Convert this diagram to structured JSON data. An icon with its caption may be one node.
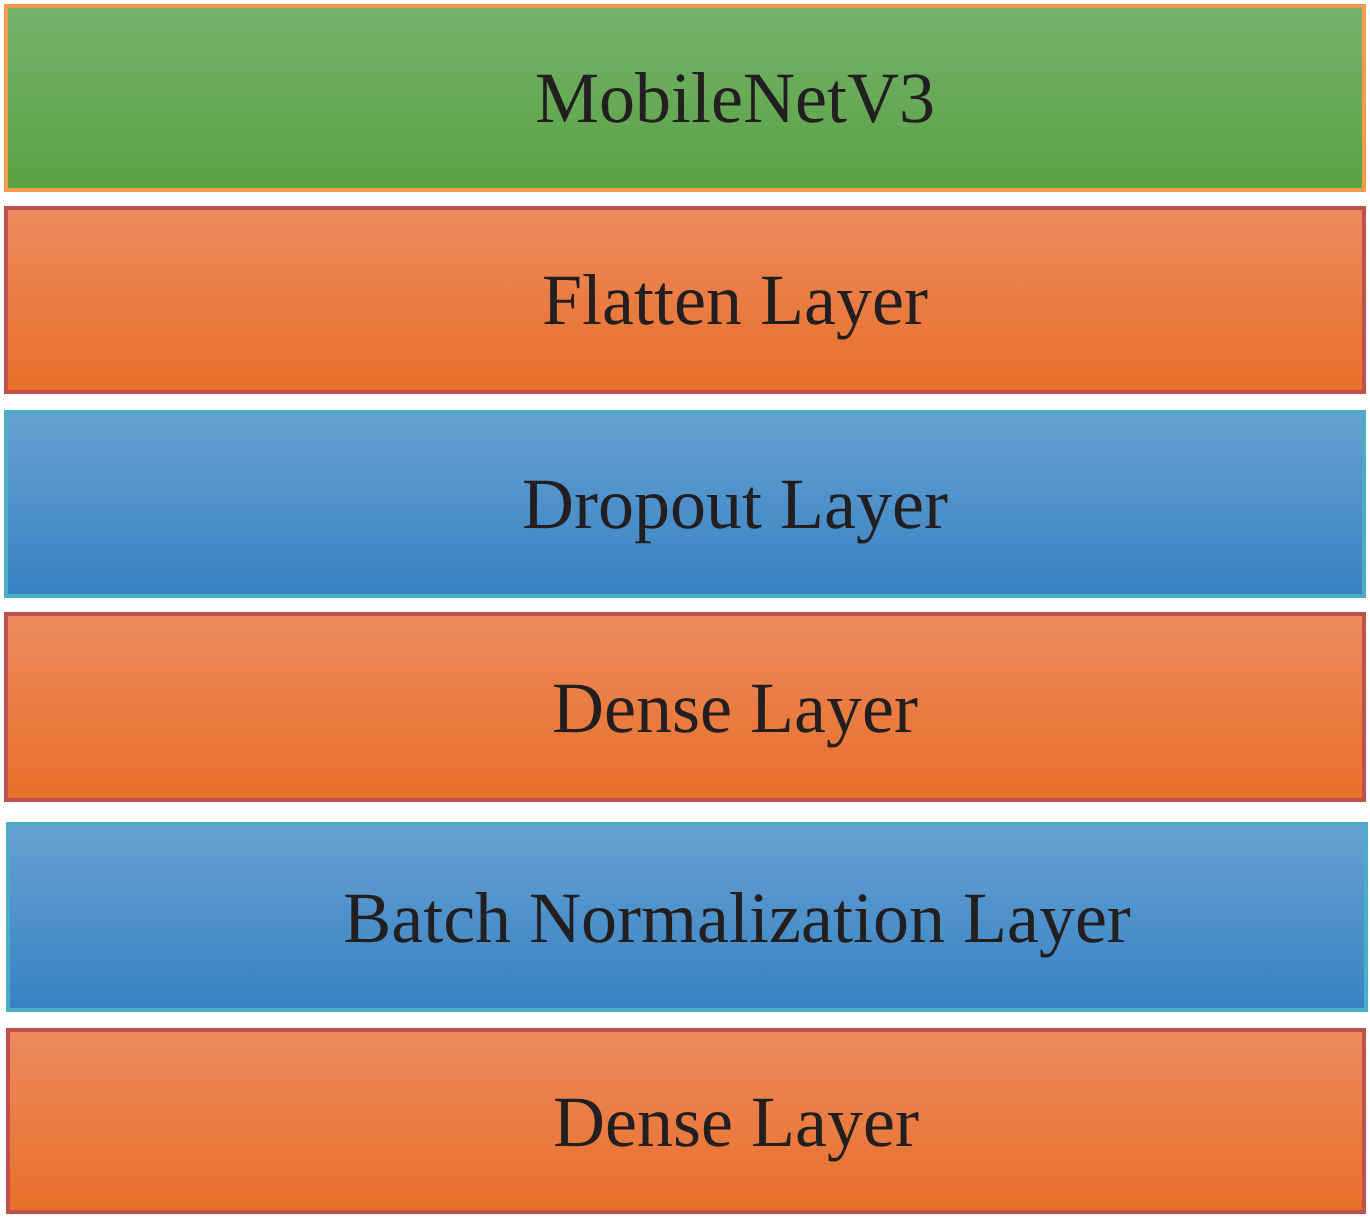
{
  "diagram": {
    "nodes": [
      {
        "text": [
          "MobileNetV3"
        ]
      },
      {
        "text": [
          "Flatten Layer"
        ]
      },
      {
        "text": [
          "Dropout Layer"
        ]
      },
      {
        "text": [
          "Dense Layer"
        ]
      },
      {
        "text": [
          "Batch Normalization Layer"
        ]
      },
      {
        "text": [
          "Dense Layer"
        ]
      }
    ]
  }
}
